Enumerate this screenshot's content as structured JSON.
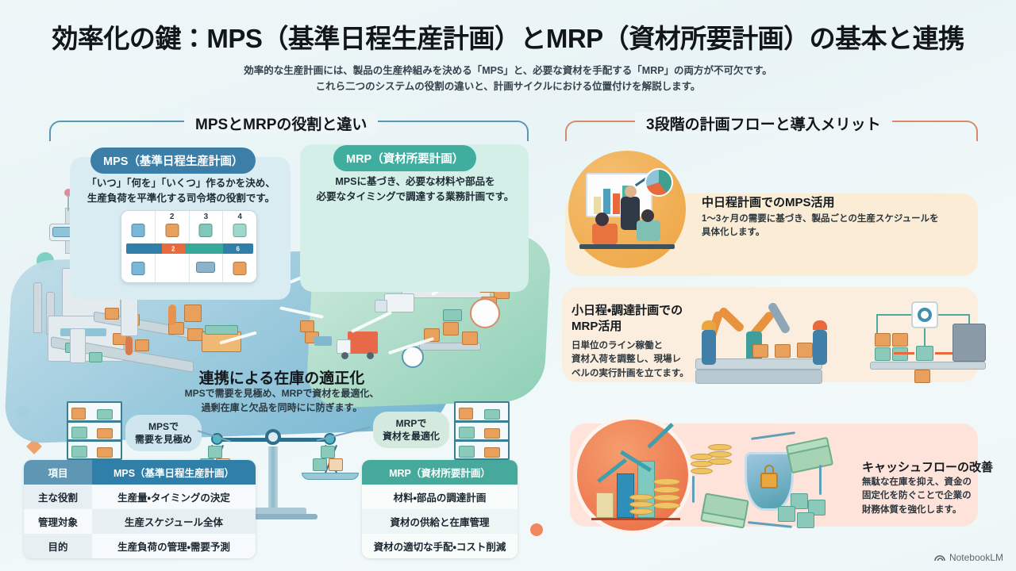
{
  "header": {
    "title": "効率化の鍵：MPS（基準日程生産計画）とMRP（資材所要計画）の基本と連携",
    "subtitle_line1": "効率的な生産計画には、製品の生産枠組みを決める「MPS」と、必要な資材を手配する「MRP」の両方が不可欠です。",
    "subtitle_line2": "これら二つのシステムの役割の違いと、計画サイクルにおける位置付けを解説します。"
  },
  "sections": {
    "left_title": "MPSとMRPの役割と違い",
    "right_title": "3段階の計画フローと導入メリット"
  },
  "cards": {
    "mps": {
      "label": "MPS（基準日程生産計画）",
      "body_line1": "「いつ」「何を」「いくつ」作るかを決め、",
      "body_line2": "生産負荷を平準化する司令塔の役割です。"
    },
    "mrp": {
      "label": "MRP（資材所要計画）",
      "body_line1": "MPSに基づき、必要な材料や部品を",
      "body_line2": "必要なタイミングで調達する業務計画です。"
    }
  },
  "schedule": {
    "columns": [
      "",
      "2",
      "3",
      "4"
    ],
    "bar_labels": [
      "",
      "2",
      "",
      "6"
    ]
  },
  "middle": {
    "title": "連携による在庫の適正化",
    "sub_line1": "MPSで需要を見極め、MRPで資材を最適化、",
    "sub_line2": "過剰在庫と欠品を同時にに防ぎます。",
    "pill_left_line1": "MPSで",
    "pill_left_line2": "需要を見極め",
    "pill_right_line1": "MRPで",
    "pill_right_line2": "資材を最適化"
  },
  "table": {
    "header_item": "項目",
    "header_mps": "MPS（基準日程生産計画）",
    "header_mrp": "MRP（資材所要計画）",
    "rows": [
      {
        "item": "主な役割",
        "mps": "生産量・タイミングの決定",
        "mrp": "材料・部品の調達計画"
      },
      {
        "item": "管理対象",
        "mps": "生産スケジュール全体",
        "mrp": "資材の供給と在庫管理"
      },
      {
        "item": "目的",
        "mps": "生産負荷の管理・需要予測",
        "mrp": "資材の適切な手配・コスト削減"
      }
    ]
  },
  "flow_cards": [
    {
      "title": "中日程計画でのMPS活用",
      "body_line1": "1〜3ヶ月の需要に基づき、製品ごとの生産スケジュールを",
      "body_line2": "具体化します。"
    },
    {
      "title_line1": "小日程・調達計画での",
      "title_line2": "MRP活用",
      "body_line1": "日単位のライン稼働と",
      "body_line2": "資材入荷を調整し、現場レ",
      "body_line3": "ベルの実行計画を立てます。"
    },
    {
      "title": "キャッシュフローの改善",
      "body_line1": "無駄な在庫を抑え、資金の",
      "body_line2": "固定化を防ぐことで企業の",
      "body_line3": "財務体質を強化します。"
    }
  ],
  "watermark": {
    "label": "NotebookLM"
  },
  "colors": {
    "mps_accent": "#3b7fa8",
    "mrp_accent": "#3fae9e",
    "left_bracket": "#5b97b5",
    "right_bracket": "#d98a6a",
    "card1_bg": "#fbecd6",
    "card2_bg": "#fceede",
    "card3_bg": "#fde3da"
  }
}
